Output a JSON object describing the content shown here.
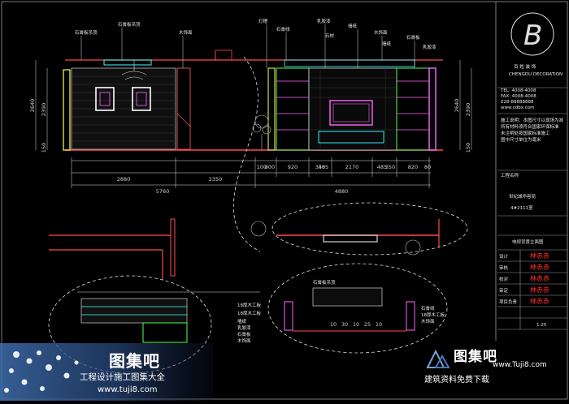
{
  "drawing": {
    "top_dims": [
      "2880",
      "2350",
      "5760",
      "4880"
    ],
    "mid_dims": [
      "100",
      "800",
      "920",
      "350",
      "485",
      "2170",
      "485",
      "350",
      "820",
      "80"
    ],
    "left_vert_dims": [
      "2640",
      "2390",
      "150"
    ],
    "right_vert_dims": [
      "2640",
      "2390",
      "150"
    ],
    "leader_labels_top": [
      "石膏板吊顶",
      "石膏板吊顶",
      "木饰面",
      "灯槽",
      "石膏线",
      "乳胶漆",
      "墙纸",
      "木饰面",
      "石膏板",
      "乳胶漆",
      "墙纸",
      "石材"
    ],
    "detail_labels": [
      "18厚木工板",
      "18厚木工板",
      "墙纸",
      "乳胶漆",
      "石膏板",
      "木饰面"
    ],
    "detail_dims": [
      "10",
      "30",
      "10",
      "25",
      "10"
    ],
    "detail_right_labels": [
      "石膏线",
      "18厚木工板",
      "木饰面"
    ],
    "center_label": "石膏板吊顶"
  },
  "title_block": {
    "company_cn": "百 姓 装 饰",
    "company_en": "CHENGDU DECORATION",
    "small_lines": [
      "TEL: 4008-4008",
      "FAX: 4008-4008",
      "028-88888888",
      "www.cdbx.com"
    ],
    "note_lines": [
      "施工说明：本图尺寸以现场为准",
      "所有材料须符合国家环保标准",
      "未注明处按国家标准施工",
      "图中尺寸单位为毫米"
    ],
    "project_label": "工程名称",
    "project_name": "世纪城华容苑",
    "unit_no": "4#2111室",
    "drawing_name": "电视背景立面图",
    "stamp_labels": [
      "设计",
      "审核",
      "校对",
      "审定",
      "项目负责"
    ],
    "stamp_text": [
      "林赤赤",
      "林赤赤",
      "林赤赤",
      "林赤赤",
      "林赤赤"
    ],
    "scale": "1:25"
  },
  "watermark": {
    "left_title": "图集吧",
    "left_sub": "工程设计施工图集大全",
    "left_url": "www.tuji8.com",
    "right_title": "图集吧",
    "right_sub": "建筑资料免费下载",
    "right_url": "www.Tuji8.com"
  }
}
